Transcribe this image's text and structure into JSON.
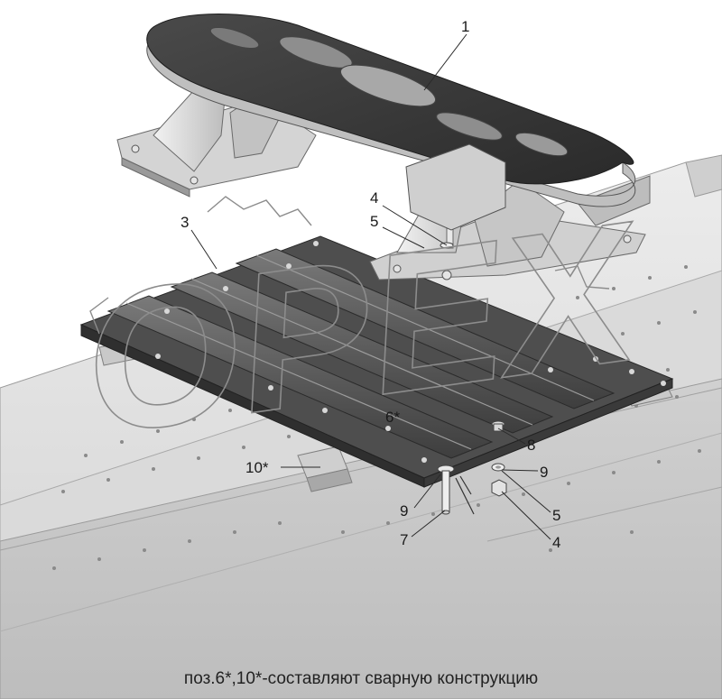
{
  "caption": "поз.6*,10*-составляют сварную конструкцию",
  "watermark": "OPEX",
  "callouts": [
    {
      "id": "1",
      "label": "1"
    },
    {
      "id": "3",
      "label": "3"
    },
    {
      "id": "4-upper",
      "label": "4"
    },
    {
      "id": "5-upper",
      "label": "5"
    },
    {
      "id": "6",
      "label": "6*"
    },
    {
      "id": "8",
      "label": "8"
    },
    {
      "id": "9-right",
      "label": "9"
    },
    {
      "id": "10",
      "label": "10*"
    },
    {
      "id": "9-left",
      "label": "9"
    },
    {
      "id": "7",
      "label": "7"
    },
    {
      "id": "5-lower",
      "label": "5"
    },
    {
      "id": "4-lower",
      "label": "4"
    }
  ],
  "colors": {
    "frame_light": "#e2e2e2",
    "frame_shade": "#c4c4c4",
    "plate_dark": "#555555",
    "fifth_wheel_top": "#3a3a3a",
    "fifth_wheel_side": "#c8c8c8",
    "watermark": "#9a9a9a"
  }
}
